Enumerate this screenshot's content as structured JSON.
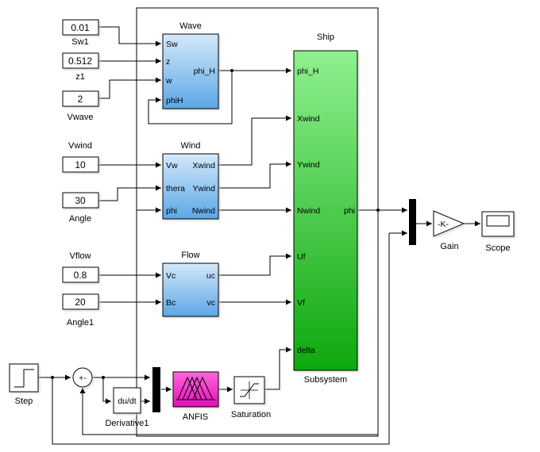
{
  "constants": {
    "sw1": {
      "value": "0.01",
      "label": "Sw1"
    },
    "z1": {
      "value": "0.512",
      "label": "z1"
    },
    "vwave": {
      "value": "2",
      "label": "Vwave"
    },
    "vwind": {
      "value": "10",
      "label": "Vwind"
    },
    "angle": {
      "value": "30",
      "label": "Angle"
    },
    "vflow": {
      "value": "0.8",
      "label": "Vflow"
    },
    "angle1": {
      "value": "20",
      "label": "Angle1"
    }
  },
  "blocks": {
    "wave": {
      "title": "Wave",
      "in": [
        "Sw",
        "z",
        "w",
        "phiH"
      ],
      "out": "phi_H"
    },
    "wind": {
      "title": "Wind",
      "in": [
        "Vw",
        "thera",
        "phi"
      ],
      "out": [
        "Xwind",
        "Ywind",
        "Nwind"
      ]
    },
    "flow": {
      "title": "Flow",
      "in": [
        "Vc",
        "Bc"
      ],
      "out": [
        "uc",
        "vc"
      ]
    },
    "ship": {
      "title": "Ship",
      "subtitle": "Subsystem",
      "in": [
        "phi_H",
        "Xwind",
        "Ywind",
        "Nwind",
        "Uf",
        "Vf",
        "delta"
      ],
      "out": "phi"
    },
    "gain": {
      "symbol": "-K-",
      "label": "Gain"
    },
    "scope": {
      "label": "Scope"
    },
    "step": {
      "label": "Step"
    },
    "sum": {
      "signs": "+-"
    },
    "derivative": {
      "symbol": "du/dt",
      "label": "Derivative1"
    },
    "anfis": {
      "label": "ANFIS"
    },
    "saturation": {
      "label": "Saturation"
    }
  },
  "colors": {
    "blue_block": "#9cc9ee",
    "green_block": "#2ec02e",
    "anfis": "#ff33cc",
    "line": "#000000"
  }
}
